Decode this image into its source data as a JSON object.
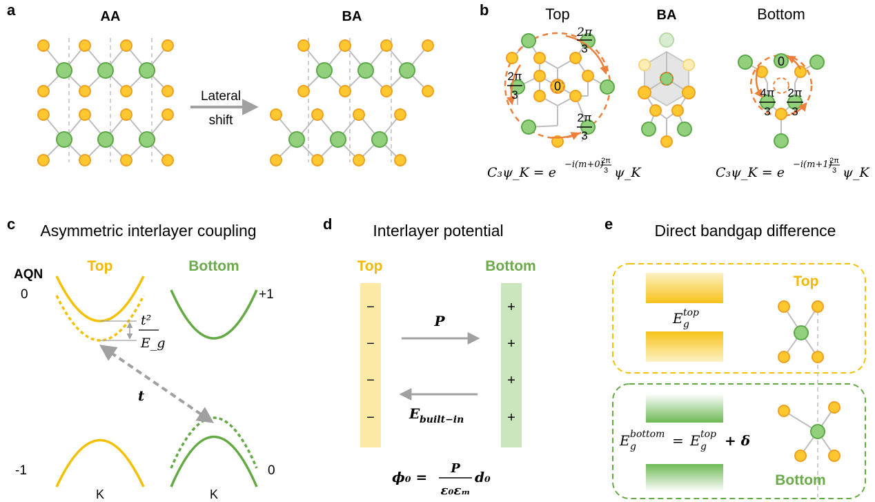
{
  "panels": {
    "a": {
      "label": "a",
      "title_left": "AA",
      "title_right": "BA",
      "arrow_label_1": "Lateral",
      "arrow_label_2": "shift"
    },
    "b": {
      "label": "b",
      "title_top": "Top",
      "title_ba": "BA",
      "title_bottom": "Bottom",
      "top_phase_2pi3_1": "2π",
      "top_phase_den_1": "3",
      "top_phase_2pi3_2": "2π",
      "top_phase_den_2": "3",
      "top_phase_2pi3_3": "2π",
      "top_phase_den_3": "3",
      "top_zero": "0",
      "bottom_zero": "0",
      "bottom_4pi": "4π",
      "bottom_4pi_den": "3",
      "bottom_2pi": "2π",
      "bottom_2pi_den": "3",
      "formula_left_lhs": "C₃ψ_K = e",
      "formula_left_exp": "−i(m+0)",
      "formula_left_frac_num": "2π",
      "formula_left_frac_den": "3",
      "formula_left_rhs": "ψ_K",
      "formula_right_lhs": "C₃ψ_K = e",
      "formula_right_exp": "−i(m+1)",
      "formula_right_frac_num": "2π",
      "formula_right_frac_den": "3",
      "formula_right_rhs": "ψ_K"
    },
    "c": {
      "label": "c",
      "title": "Asymmetric interlayer coupling",
      "aqn": "AQN",
      "top": "Top",
      "bottom": "Bottom",
      "top_aqn_cb": "0",
      "bottom_aqn_cb": "+1",
      "top_aqn_vb": "-1",
      "bottom_aqn_vb": "0",
      "shift_num": "t²",
      "shift_den": "E_g",
      "coupling": "t",
      "k_left": "K",
      "k_right": "K"
    },
    "d": {
      "label": "d",
      "title": "Interlayer potential",
      "top": "Top",
      "bottom": "Bottom",
      "minus": "−",
      "plus": "+",
      "polarization": "P",
      "field": "E",
      "field_sub": "built−in",
      "phi_lhs": "ϕ₀ =",
      "phi_num": "P",
      "phi_den": "ε₀εₘ",
      "phi_rhs": "d₀"
    },
    "e": {
      "label": "e",
      "title": "Direct bandgap difference",
      "top": "Top",
      "bottom": "Bottom",
      "eg_top": "E",
      "eg_top_sup": "top",
      "eg_top_sub": "g",
      "eg_bottom": "E",
      "eg_bottom_sup": "bottom",
      "eg_bottom_sub": "g",
      "eg_eq": "=",
      "eg_rhs": "E",
      "eg_rhs_sup": "top",
      "eg_rhs_sub": "g",
      "eg_plus": "+ δ"
    }
  },
  "colors": {
    "yellow_atom": "#fdc82f",
    "yellow_stroke": "#f0a020",
    "green_atom": "#92d07e",
    "green_stroke": "#5aa845",
    "bond": "#bdbdbd",
    "orange_arrow": "#ee7f3a",
    "yellow_band": "#f5c000",
    "green_band": "#63aa45",
    "yellow_text": "#f5b800",
    "green_text": "#6aaa4a"
  }
}
